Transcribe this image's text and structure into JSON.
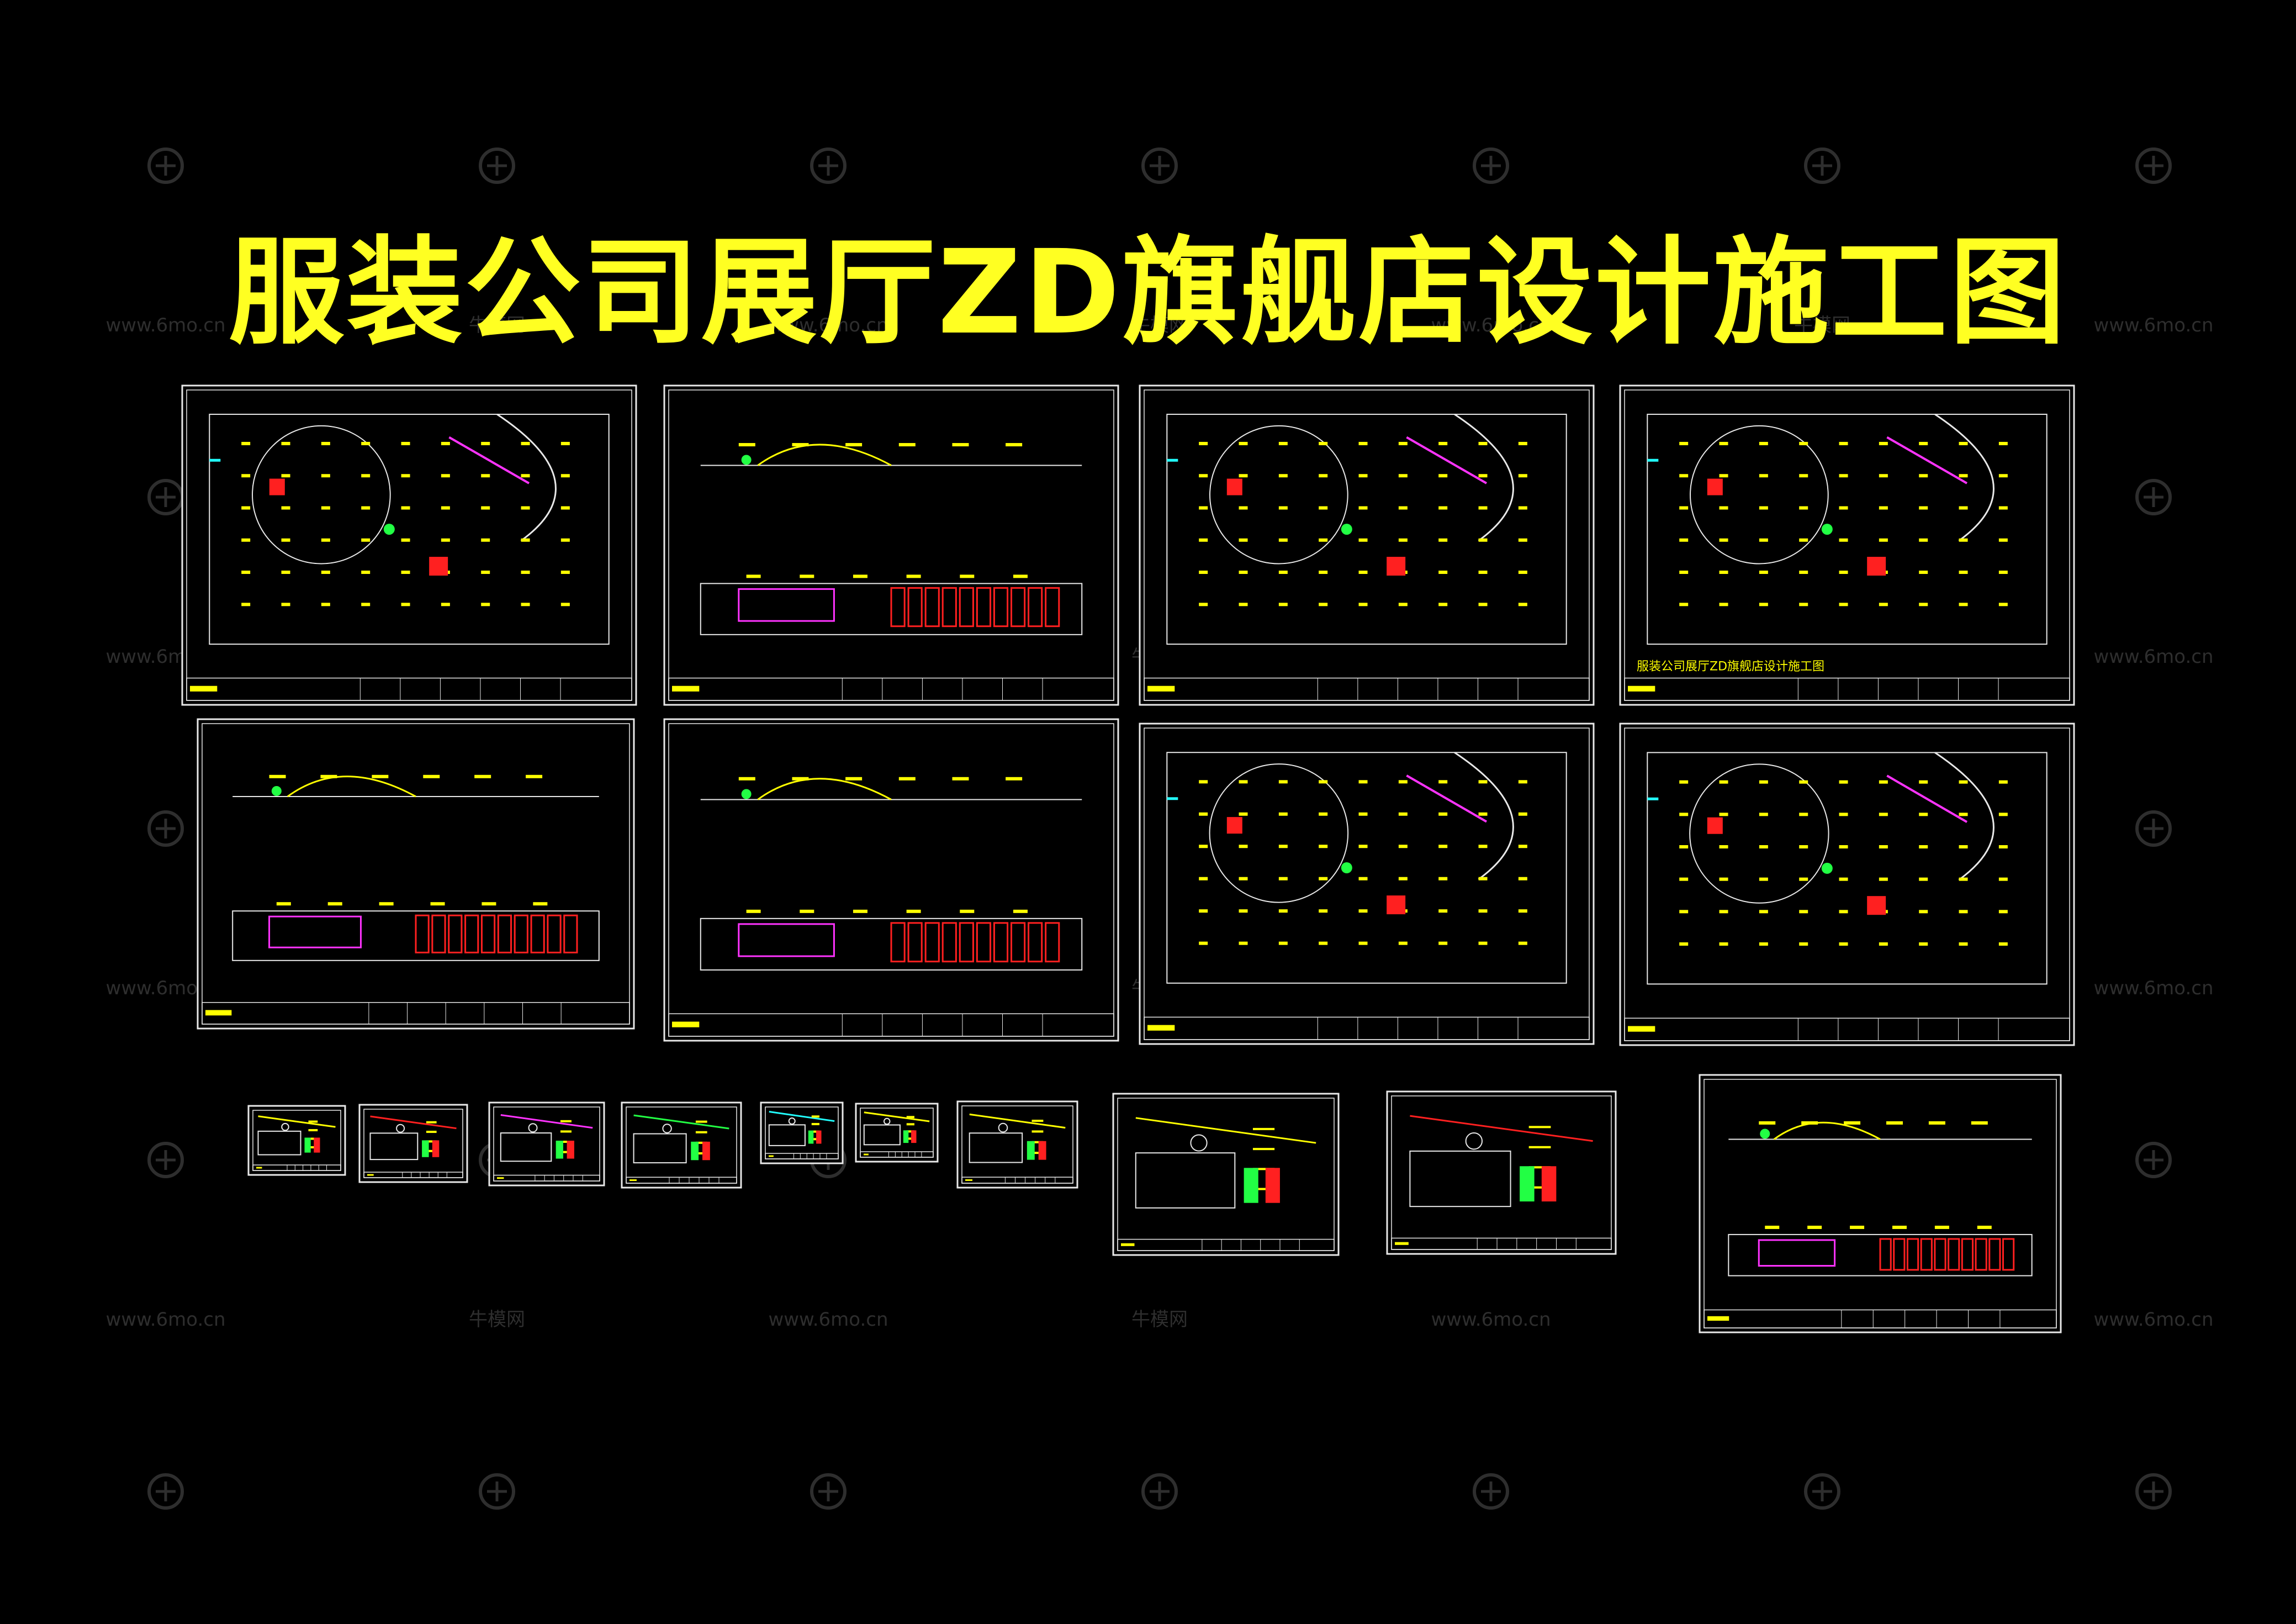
{
  "page": {
    "title": "服装公司展厅ZD旗舰店设计施工图",
    "watermark_url": "www.6mo.cn",
    "watermark_brand": "牛模网"
  },
  "sheets": [
    {
      "kind": "plan"
    },
    {
      "kind": "elevation"
    },
    {
      "kind": "plan"
    },
    {
      "kind": "plan",
      "label": "服装公司展厅ZD旗舰店设计施工图"
    },
    {
      "kind": "elevation"
    },
    {
      "kind": "elevation"
    },
    {
      "kind": "plan"
    },
    {
      "kind": "plan"
    },
    {
      "kind": "detail"
    },
    {
      "kind": "detail"
    },
    {
      "kind": "detail"
    },
    {
      "kind": "detail"
    },
    {
      "kind": "detail"
    },
    {
      "kind": "detail"
    },
    {
      "kind": "detail"
    },
    {
      "kind": "detail"
    },
    {
      "kind": "detail"
    },
    {
      "kind": "elevation"
    }
  ],
  "colors": {
    "background": "#000000",
    "title": "#ffff22",
    "frame": "#e8e8e8",
    "cad_yellow": "#ffff00",
    "cad_red": "#ff2020",
    "cad_magenta": "#ff33ff",
    "cad_green": "#22ff44",
    "cad_cyan": "#22ffff",
    "watermark": "#2e2e2e"
  }
}
